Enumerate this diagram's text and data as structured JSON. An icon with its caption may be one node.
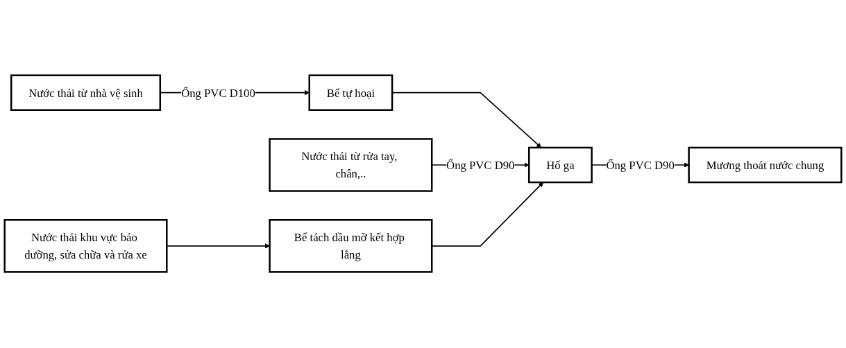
{
  "diagram": {
    "nodes": [
      {
        "text": [
          "Nước thải từ nhà vệ sinh"
        ]
      },
      {
        "text": [
          "Bể tự hoại"
        ]
      },
      {
        "text": [
          "Nước thải từ rửa tay, chân,.."
        ]
      },
      {
        "text": [
          "Hố ga"
        ]
      },
      {
        "text": [
          "Nước thải khu vực bảo dưỡng, sửa chữa và rửa xe"
        ]
      },
      {
        "text": [
          "Bể tách dầu mỡ kết hợp lắng"
        ]
      },
      {
        "text": [
          "Mương thoát nước chung"
        ]
      }
    ],
    "edges": [
      {
        "from": 0,
        "to": 1,
        "arrow": "to",
        "label": "Ống PVC D100"
      },
      {
        "from": 1,
        "to": 3,
        "arrow": "to"
      },
      {
        "from": 2,
        "to": 3,
        "arrow": "to",
        "label": "Ống PVC D90"
      },
      {
        "from": 4,
        "to": 5,
        "arrow": "to"
      },
      {
        "from": 5,
        "to": 3,
        "arrow": "to"
      },
      {
        "from": 3,
        "to": 6,
        "arrow": "to",
        "label": "Ống PVC D90"
      }
    ]
  }
}
